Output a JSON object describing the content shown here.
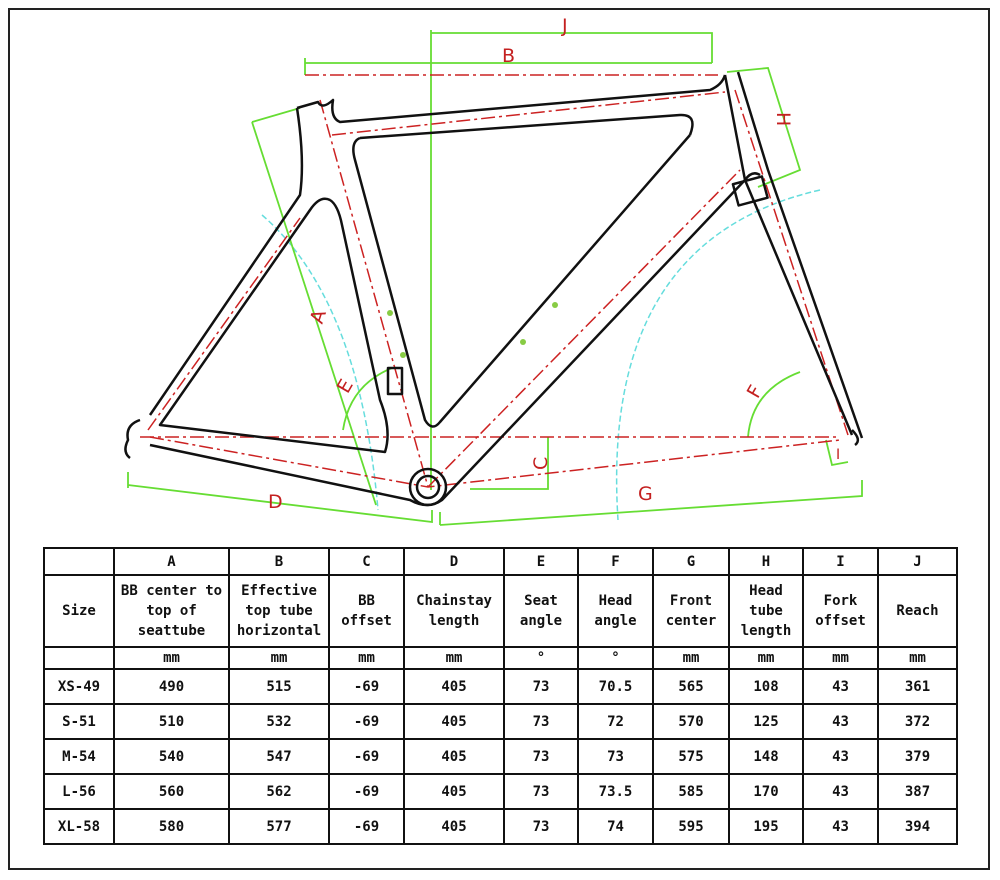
{
  "diagram": {
    "labels": {
      "A": "A",
      "B": "B",
      "C": "C",
      "D": "D",
      "E": "E",
      "F": "F",
      "G": "G",
      "H": "H",
      "I": "I",
      "J": "J"
    },
    "colors": {
      "frame": "#111111",
      "centerline": "#cc2222",
      "dimension": "#66dd33",
      "arc": "#66dddd"
    }
  },
  "table": {
    "letters": [
      "",
      "A",
      "B",
      "C",
      "D",
      "E",
      "F",
      "G",
      "H",
      "I",
      "J"
    ],
    "names": [
      "Size",
      "BB center to top of seattube",
      "Effective top tube horizontal",
      "BB offset",
      "Chainstay length",
      "Seat angle",
      "Head angle",
      "Front center",
      "Head tube length",
      "Fork offset",
      "Reach"
    ],
    "units": [
      "",
      "mm",
      "mm",
      "mm",
      "mm",
      "°",
      "°",
      "mm",
      "mm",
      "mm",
      "mm"
    ],
    "rows": [
      [
        "XS-49",
        "490",
        "515",
        "-69",
        "405",
        "73",
        "70.5",
        "565",
        "108",
        "43",
        "361"
      ],
      [
        "S-51",
        "510",
        "532",
        "-69",
        "405",
        "73",
        "72",
        "570",
        "125",
        "43",
        "372"
      ],
      [
        "M-54",
        "540",
        "547",
        "-69",
        "405",
        "73",
        "73",
        "575",
        "148",
        "43",
        "379"
      ],
      [
        "L-56",
        "560",
        "562",
        "-69",
        "405",
        "73",
        "73.5",
        "585",
        "170",
        "43",
        "387"
      ],
      [
        "XL-58",
        "580",
        "577",
        "-69",
        "405",
        "73",
        "74",
        "595",
        "195",
        "43",
        "394"
      ]
    ]
  }
}
